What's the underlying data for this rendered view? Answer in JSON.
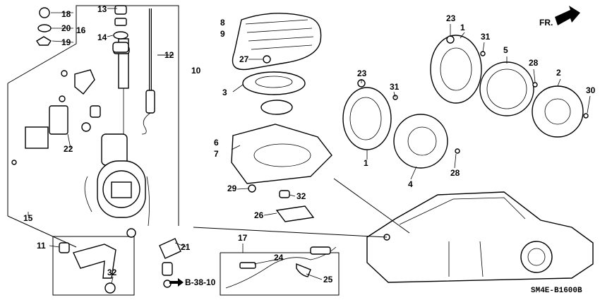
{
  "diagram": {
    "callouts": [
      "1",
      "1",
      "2",
      "3",
      "4",
      "5",
      "6",
      "7",
      "8",
      "9",
      "10",
      "11",
      "12",
      "13",
      "14",
      "15",
      "16",
      "17",
      "18",
      "19",
      "20",
      "21",
      "22",
      "23",
      "23",
      "24",
      "25",
      "26",
      "27",
      "28",
      "28",
      "29",
      "30",
      "31",
      "31",
      "32",
      "32"
    ],
    "orientation_label": "FR.",
    "reference_label": "B-38-10",
    "drawing_code": "SM4E-B1600B"
  }
}
